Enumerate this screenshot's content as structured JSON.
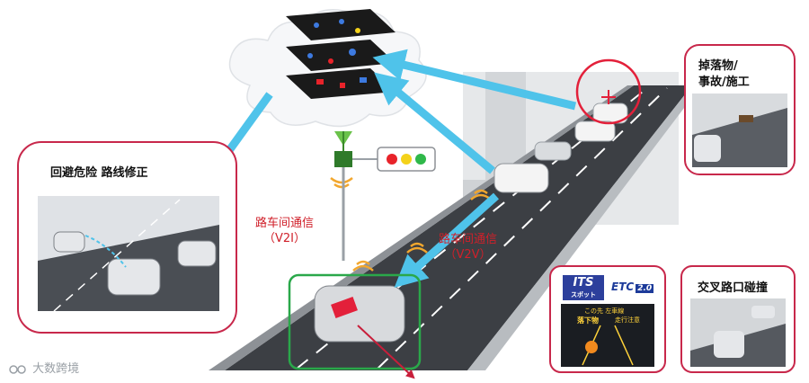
{
  "panels": {
    "avoidance": {
      "title": "回避危险 路线修正"
    },
    "debris": {
      "title_line1": "掉落物/",
      "title_line2": "事故/施工"
    },
    "intersection": {
      "title": "交叉路口碰撞"
    },
    "its_sign": {
      "its_logo": "ITS",
      "its_sub": "スポット",
      "etc_logo": "ETC",
      "etc_version": "2.0",
      "sign_line1": "この先 左車線",
      "sign_line2": "落下物",
      "sign_line3": "走行注意"
    }
  },
  "communication": {
    "v2i": {
      "line1": "路车间通信",
      "line2": "（V2I）"
    },
    "v2v": {
      "line1": "路车间通信",
      "line2": "（V2V）"
    }
  },
  "traffic_light": {
    "colors": [
      "#e8232a",
      "#f4d21a",
      "#2fb84a"
    ]
  },
  "watermark": {
    "text": "大数跨境"
  },
  "colors": {
    "arrow": "#4fc3ea",
    "panel_border": "#c8284b",
    "highlight_box": "#2aa84a",
    "alert": "#e3203a",
    "road": "#3c3f44"
  }
}
